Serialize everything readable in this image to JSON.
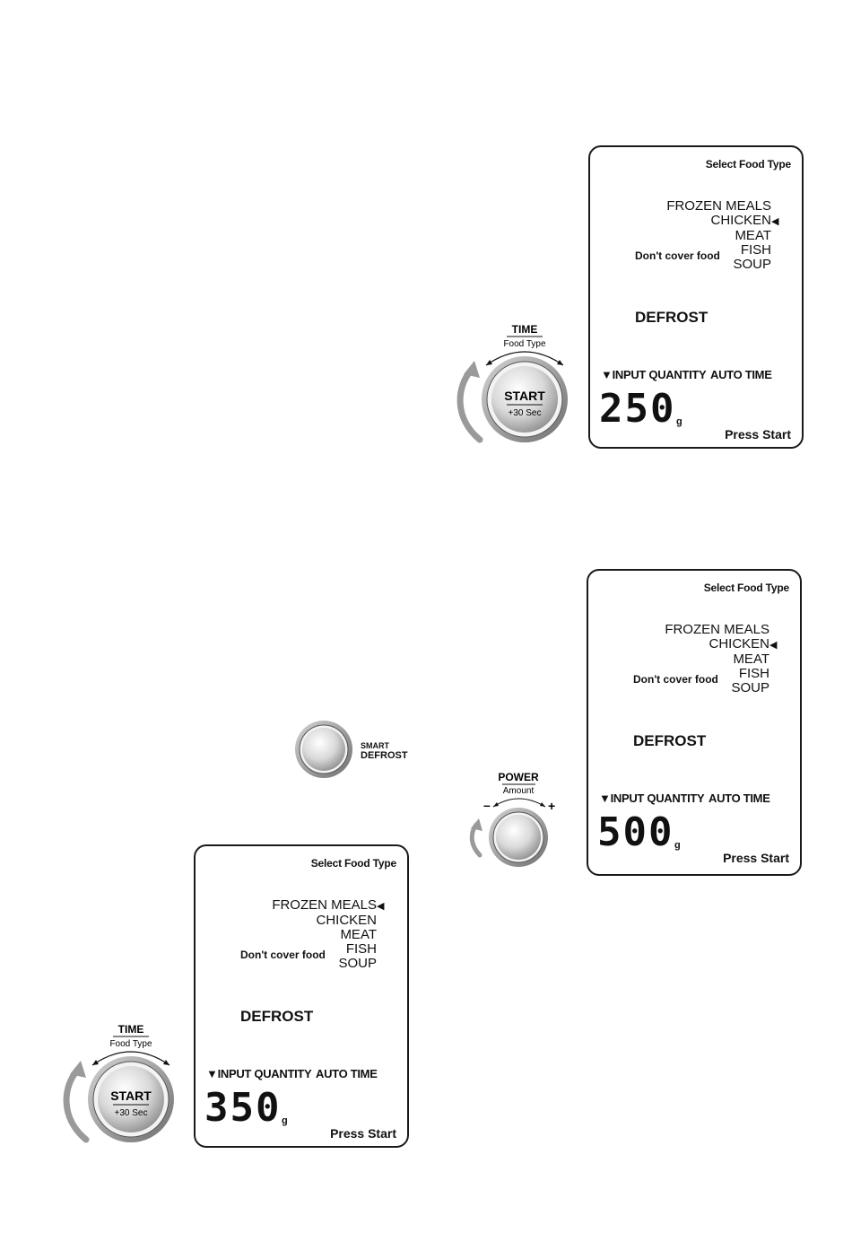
{
  "panels": [
    {
      "title": "Select Food Type",
      "food_items": [
        {
          "label": "FROZEN MEALS",
          "selected": false
        },
        {
          "label": "CHICKEN",
          "selected": true
        },
        {
          "label": "MEAT",
          "selected": false
        },
        {
          "label": "FISH",
          "selected": false
        },
        {
          "label": "SOUP",
          "selected": false
        }
      ],
      "cover_text": "Don't cover food",
      "mode": "DEFROST",
      "input_label": "▼INPUT QUANTITY",
      "auto_label": "AUTO TIME",
      "quantity": "250",
      "unit": "g",
      "press": "Press Start"
    },
    {
      "title": "Select Food Type",
      "food_items": [
        {
          "label": "FROZEN MEALS",
          "selected": false
        },
        {
          "label": "CHICKEN",
          "selected": true
        },
        {
          "label": "MEAT",
          "selected": false
        },
        {
          "label": "FISH",
          "selected": false
        },
        {
          "label": "SOUP",
          "selected": false
        }
      ],
      "cover_text": "Don't cover food",
      "mode": "DEFROST",
      "input_label": "▼INPUT QUANTITY",
      "auto_label": "AUTO TIME",
      "quantity": "500",
      "unit": "g",
      "press": "Press Start"
    },
    {
      "title": "Select Food Type",
      "food_items": [
        {
          "label": "FROZEN MEALS",
          "selected": true
        },
        {
          "label": "CHICKEN",
          "selected": false
        },
        {
          "label": "MEAT",
          "selected": false
        },
        {
          "label": "FISH",
          "selected": false
        },
        {
          "label": "SOUP",
          "selected": false
        }
      ],
      "cover_text": "Don't cover food",
      "mode": "DEFROST",
      "input_label": "▼INPUT QUANTITY",
      "auto_label": "AUTO TIME",
      "quantity": "350",
      "unit": "g",
      "press": "Press Start"
    }
  ],
  "start_dial": {
    "top_label": "TIME",
    "sub_label": "Food Type",
    "button_label": "START",
    "button_sub": "+30 Sec"
  },
  "power_dial": {
    "top_label": "POWER",
    "sub_label": "Amount",
    "minus": "–",
    "plus": "+"
  },
  "smart_defrost": {
    "line1": "SMART",
    "line2": "DEFROST"
  }
}
